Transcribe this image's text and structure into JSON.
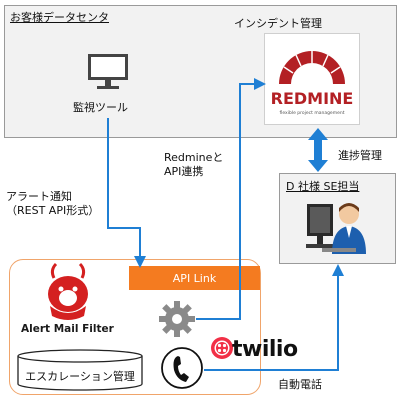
{
  "datacenter": {
    "title": "お客様データセンタ"
  },
  "incident": {
    "label": "インシデント管理"
  },
  "redmine": {
    "logo_text": "REDMINE",
    "tagline": "flexible project management"
  },
  "monitor": {
    "label": "監視ツール"
  },
  "d_company": {
    "title": "D 社様 SE担当"
  },
  "progress": {
    "label": "進捗管理"
  },
  "redmine_api": {
    "line1": "Redmineと",
    "line2": "API連携"
  },
  "alert_notice": {
    "line1": "アラート通知",
    "line2": "（REST API形式）"
  },
  "amf": {
    "logo_text": "Alert Mail Filter"
  },
  "api_link": {
    "label": "API Link"
  },
  "escalation": {
    "label": "エスカレーション管理"
  },
  "twilio": {
    "label": "twilio"
  },
  "auto_call": {
    "label": "自動電話"
  },
  "colors": {
    "arrow": "#1f7fd4",
    "apilink": "#f47b20",
    "twilio_red": "#f22f46",
    "redmine_red": "#b32024"
  }
}
